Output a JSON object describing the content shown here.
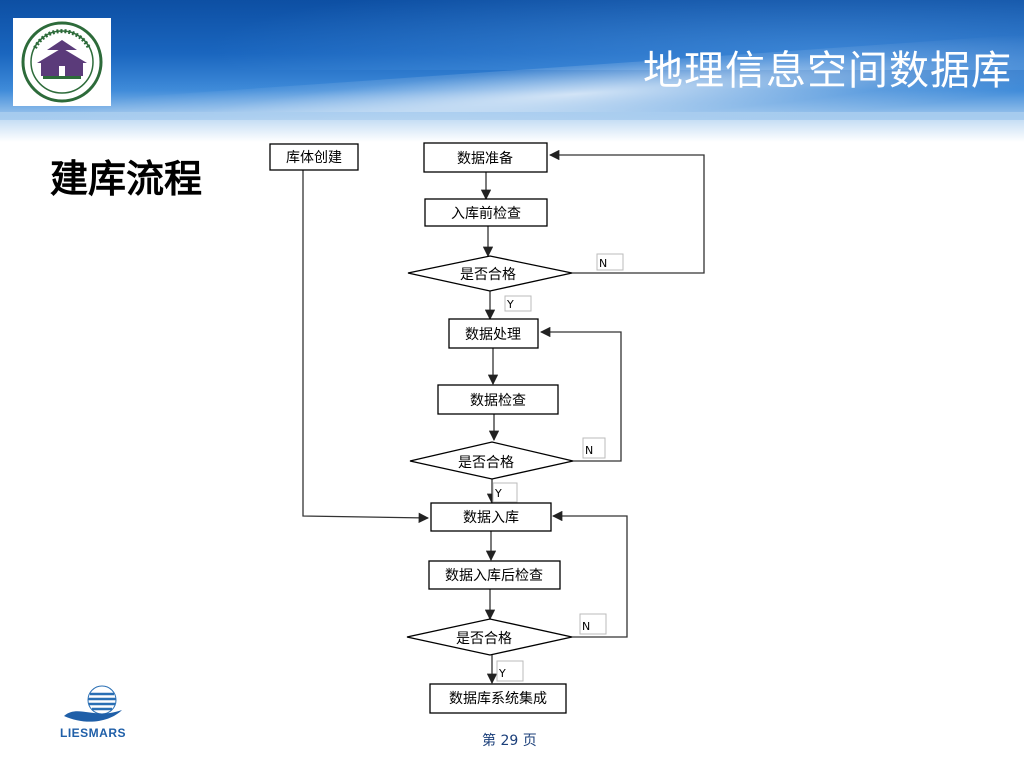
{
  "slide": {
    "title": "地理信息空间数据库",
    "subtitle": "建库流程",
    "page": "第 29 页",
    "accent_color": "#1a66bf"
  },
  "logos": {
    "university_seal": "WUHAN UNIVERSITY",
    "institute": "LIESMARS"
  },
  "flowchart": {
    "nodes": [
      {
        "id": "schema",
        "shape": "rect",
        "label": "库体创建"
      },
      {
        "id": "prep",
        "shape": "rect",
        "label": "数据准备"
      },
      {
        "id": "precheck",
        "shape": "rect",
        "label": "入库前检查"
      },
      {
        "id": "q1",
        "shape": "diamond",
        "label": "是否合格"
      },
      {
        "id": "process",
        "shape": "rect",
        "label": "数据处理"
      },
      {
        "id": "check",
        "shape": "rect",
        "label": "数据检查"
      },
      {
        "id": "q2",
        "shape": "diamond",
        "label": "是否合格"
      },
      {
        "id": "load",
        "shape": "rect",
        "label": "数据入库"
      },
      {
        "id": "postcheck",
        "shape": "rect",
        "label": "数据入库后检查"
      },
      {
        "id": "q3",
        "shape": "diamond",
        "label": "是否合格"
      },
      {
        "id": "integrate",
        "shape": "rect",
        "label": "数据库系统集成"
      }
    ],
    "edges": [
      {
        "from": "prep",
        "to": "precheck"
      },
      {
        "from": "precheck",
        "to": "q1"
      },
      {
        "from": "q1",
        "to": "prep",
        "label": "N"
      },
      {
        "from": "q1",
        "to": "process",
        "label": "Y"
      },
      {
        "from": "process",
        "to": "check"
      },
      {
        "from": "check",
        "to": "q2"
      },
      {
        "from": "q2",
        "to": "process",
        "label": "N"
      },
      {
        "from": "q2",
        "to": "load",
        "label": "Y"
      },
      {
        "from": "schema",
        "to": "load"
      },
      {
        "from": "load",
        "to": "postcheck"
      },
      {
        "from": "postcheck",
        "to": "q3"
      },
      {
        "from": "q3",
        "to": "load",
        "label": "N"
      },
      {
        "from": "q3",
        "to": "integrate",
        "label": "Y"
      }
    ]
  }
}
